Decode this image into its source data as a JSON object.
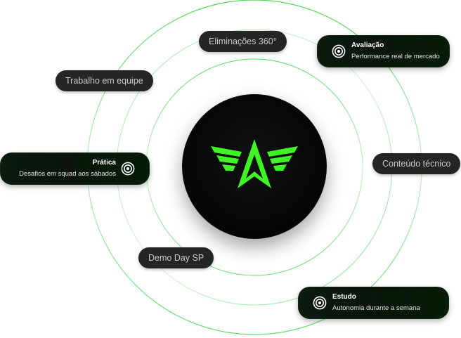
{
  "tags": {
    "eliminacoes": "Eliminações 360°",
    "trabalho": "Trabalho em equipe",
    "conteudo": "Conteúdo técnico",
    "demo_day": "Demo Day SP"
  },
  "cards": {
    "avaliacao": {
      "title": "Avaliação",
      "desc": "Performance real de mercado"
    },
    "pratica": {
      "title": "Prática",
      "desc": "Desafios em squad aos sábados"
    },
    "estudo": {
      "title": "Estudo",
      "desc": "Autonomia durante a semana"
    }
  },
  "icons": {
    "logo": "winged-arrow-logo",
    "card_icon": "target-icon"
  },
  "colors": {
    "accent": "#3ef526",
    "ring": "#3fd24c",
    "pill_bg": "#252525",
    "pill_text": "#c9c9c9",
    "card_bg": "#0b180c",
    "disc_bg": "#070707"
  }
}
